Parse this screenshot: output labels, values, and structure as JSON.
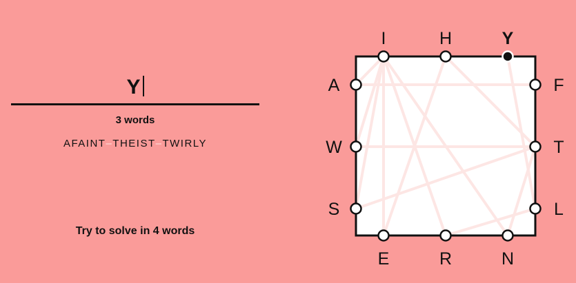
{
  "input": {
    "current": "Y"
  },
  "progress": {
    "count_label": "3 words"
  },
  "words": [
    "AFAINT",
    "THEIST",
    "TWIRLY"
  ],
  "word_separator": "–",
  "goal_label": "Try to solve in 4 words",
  "board": {
    "top": [
      "I",
      "H",
      "Y"
    ],
    "right": [
      "F",
      "T",
      "L"
    ],
    "bottom": [
      "E",
      "R",
      "N"
    ],
    "left": [
      "A",
      "W",
      "S"
    ],
    "active_letter": "Y",
    "used_paths": [
      [
        "A",
        "F"
      ],
      [
        "F",
        "A"
      ],
      [
        "A",
        "I"
      ],
      [
        "I",
        "N"
      ],
      [
        "N",
        "T"
      ],
      [
        "T",
        "H"
      ],
      [
        "H",
        "E"
      ],
      [
        "E",
        "I"
      ],
      [
        "I",
        "S"
      ],
      [
        "S",
        "T"
      ],
      [
        "T",
        "W"
      ],
      [
        "W",
        "I"
      ],
      [
        "I",
        "R"
      ],
      [
        "R",
        "L"
      ],
      [
        "L",
        "Y"
      ]
    ]
  },
  "colors": {
    "background": "#fa9b99",
    "board_fill": "#ffffff",
    "path_stroke": "#fde6e4",
    "node_fill": "#ffffff",
    "active_node_fill": "#111111",
    "border": "#111111"
  }
}
